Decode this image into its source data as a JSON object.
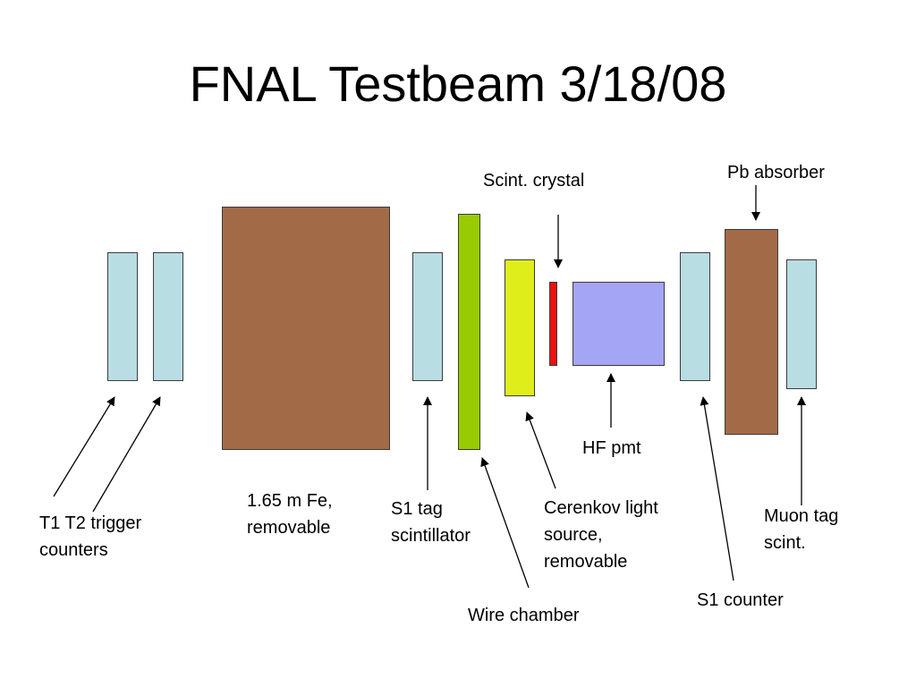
{
  "title": "FNAL Testbeam 3/18/08",
  "colors": {
    "counter": "#b8dde3",
    "iron": "#a36a47",
    "wire_chamber": "#99cc00",
    "cerenkov": "#dfee1a",
    "crystal": "#ee1111",
    "pmt": "#a5a5f5"
  },
  "labels": {
    "trigger_line1": "T1  T2 trigger",
    "trigger_line2": "counters",
    "fe_line1": "1.65 m Fe,",
    "fe_line2": "removable",
    "s1tag_line1": "S1 tag",
    "s1tag_line2": "scintillator",
    "wire_chamber": "Wire chamber",
    "crystal": "Scint. crystal",
    "cerenkov_line1": "Cerenkov light",
    "cerenkov_line2": "source,",
    "cerenkov_line3": "removable",
    "pmt": "HF pmt",
    "s1_counter": "S1 counter",
    "pb": "Pb absorber",
    "muon_line1": "Muon tag",
    "muon_line2": "scint."
  }
}
